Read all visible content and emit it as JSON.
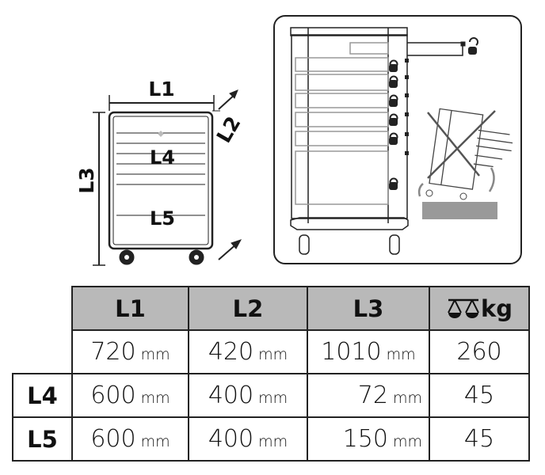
{
  "diagram": {
    "labels": {
      "l1": "L1",
      "l2": "L2",
      "l3": "L3",
      "l4": "L4",
      "l5": "L5"
    }
  },
  "table": {
    "headers": [
      "L1",
      "L2",
      "L3",
      "kg"
    ],
    "weight_icon": "scale-icon",
    "unit": "mm",
    "rows": [
      {
        "label": "",
        "values": [
          "720",
          "420",
          "1010",
          "260"
        ]
      },
      {
        "label": "L4",
        "values": [
          "600",
          "400",
          "72",
          "45"
        ]
      },
      {
        "label": "L5",
        "values": [
          "600",
          "400",
          "150",
          "45"
        ]
      }
    ]
  }
}
